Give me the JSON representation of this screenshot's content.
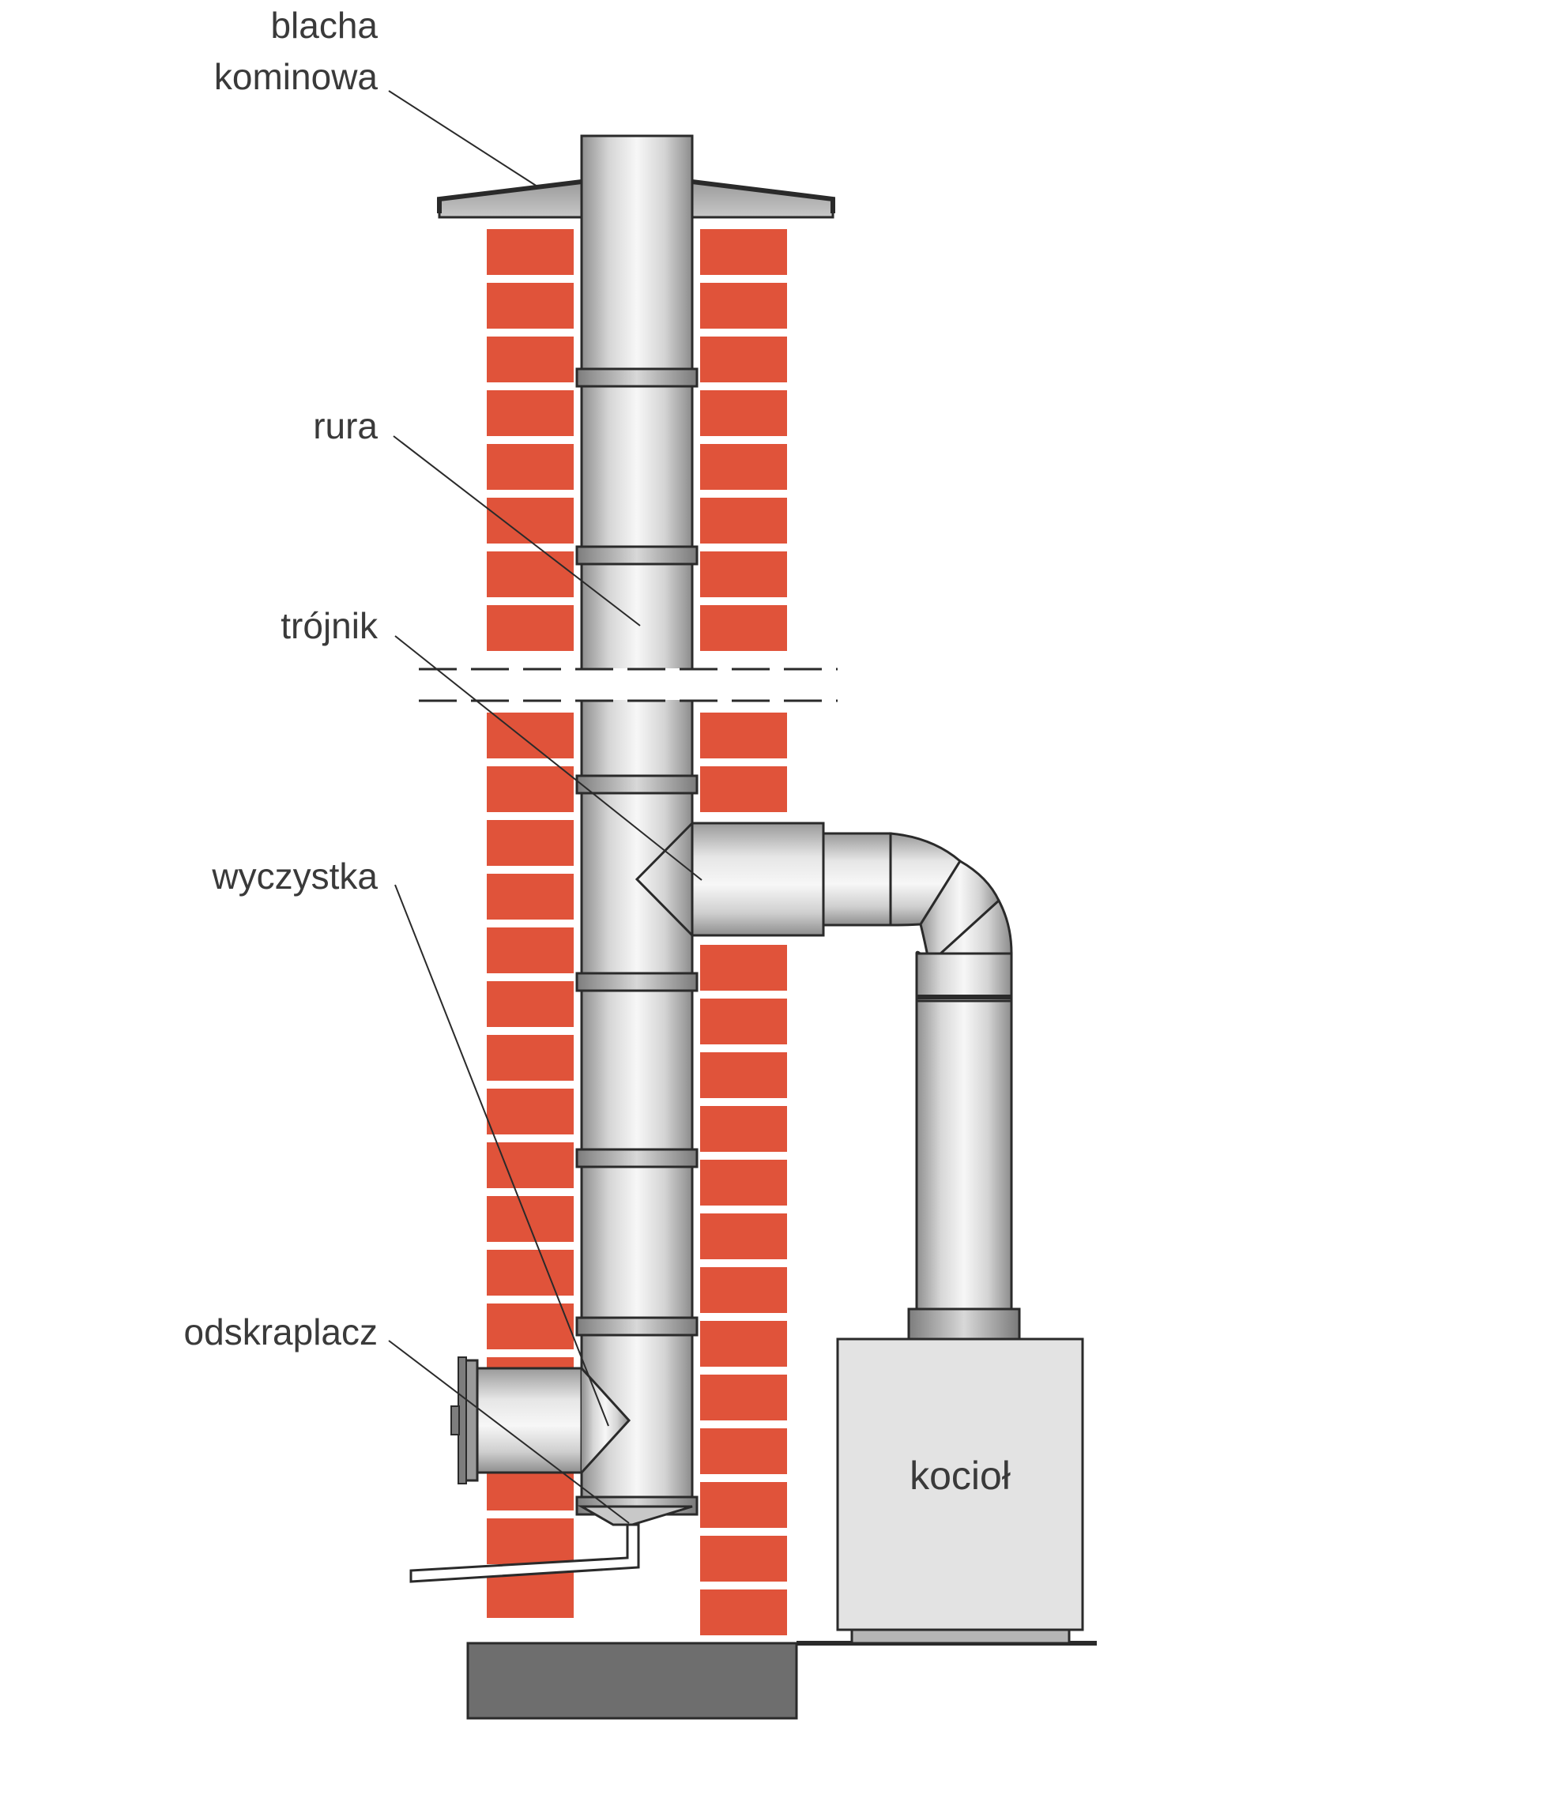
{
  "diagram": {
    "labels": {
      "chimney_sheet_line1": "blacha",
      "chimney_sheet_line2": "kominowa",
      "pipe": "rura",
      "tee": "trójnik",
      "cleanout": "wyczystka",
      "condensate_trap": "odskraplacz",
      "boiler": "kocioł"
    },
    "colors": {
      "brick": "#e0533a",
      "mortar": "#ffffff",
      "steel_light": "#f4f4f4",
      "steel_mid": "#cfcfcf",
      "steel_dark": "#8f8f8f",
      "boiler_fill": "#e3e3e3",
      "foundation": "#6e6e6e",
      "line": "#2a2a2a"
    }
  }
}
